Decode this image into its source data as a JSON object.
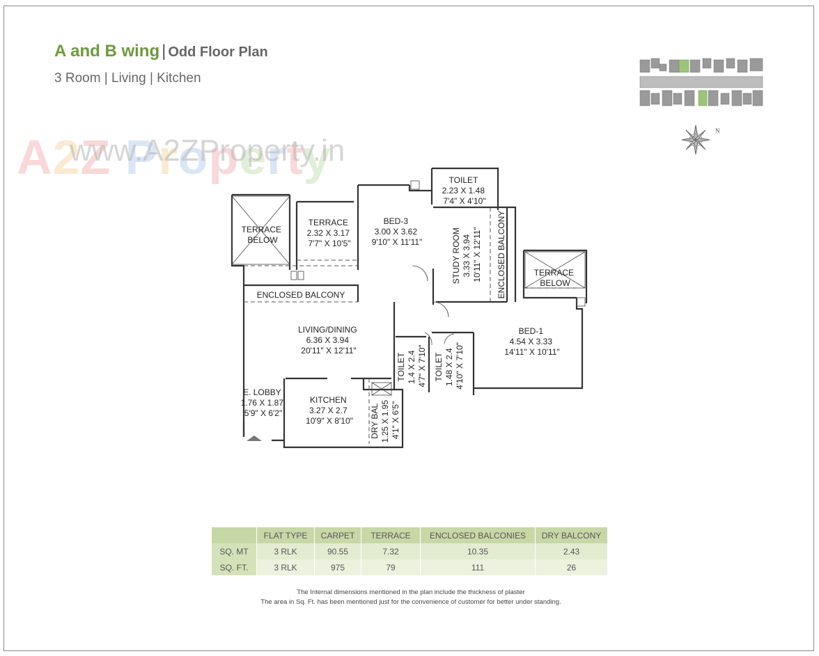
{
  "header": {
    "title": "A and B wing",
    "title_suffix": "Odd Floor Plan",
    "subtitle": "3 Room | Living | Kitchen"
  },
  "watermark": {
    "url": "www.A2ZProperty.in",
    "logo": "A2Z Property"
  },
  "compass": {
    "north_label": "N"
  },
  "rooms": {
    "terrace_below_left": [
      "TERRACE",
      "BELOW"
    ],
    "terrace": [
      "TERRACE",
      "2.32 X 3.17",
      "7'7\" X 10'5\""
    ],
    "bed3": [
      "BED-3",
      "3.00 X 3.62",
      "9'10\" X 11'11\""
    ],
    "toilet_top": [
      "TOILET",
      "2.23 X 1.48",
      "7'4\" X 4'10\""
    ],
    "study": [
      "STUDY ROOM",
      "3.33 X 3.94",
      "10'11\" X 12'11\""
    ],
    "enclosed_balcony_right": "ENCLOSED BALCONY",
    "terrace_below_right": [
      "TERRACE",
      "BELOW"
    ],
    "enclosed_balcony_left": "ENCLOSED BALCONY",
    "living": [
      "LIVING/DINING",
      "6.36 X 3.94",
      "20'11\" X 12'11\""
    ],
    "toilet_a": [
      "TOILET",
      "1.4 X 2.4",
      "4'7\" X 7'10\""
    ],
    "toilet_b": [
      "TOILET",
      "1.48 X 2.4",
      "4'10\" X 7'10\""
    ],
    "bed1": [
      "BED-1",
      "4.54 X 3.33",
      "14'11\" X 10'11\""
    ],
    "lobby": [
      "E. LOBBY",
      "1.76 X 1.87",
      "5'9\" X 6'2\""
    ],
    "kitchen": [
      "KITCHEN",
      "3.27 X 2.7",
      "10'9\" X 8'10\""
    ],
    "dry_bal": [
      "DRY BAL",
      "1.25 X 1.95",
      "4'1\" X 6'5\""
    ]
  },
  "area_table": {
    "headers": [
      "",
      "FLAT TYPE",
      "CARPET",
      "TERRACE",
      "ENCLOSED BALCONIES",
      "DRY BALCONY"
    ],
    "rows": [
      [
        "SQ. MT",
        "3 RLK",
        "90.55",
        "7.32",
        "10.35",
        "2.43"
      ],
      [
        "SQ. FT.",
        "3 RLK",
        "975",
        "79",
        "111",
        "26"
      ]
    ]
  },
  "notes": [
    "The Internal dimensions mentioned in the plan include the thickness of plaster",
    "The area in Sq. Ft. has been mentioned just for the convenience of customer for better under standing."
  ],
  "colors": {
    "accent_green": "#6d9a3c",
    "table_header": "#c7d8a7",
    "wall": "#333333"
  }
}
